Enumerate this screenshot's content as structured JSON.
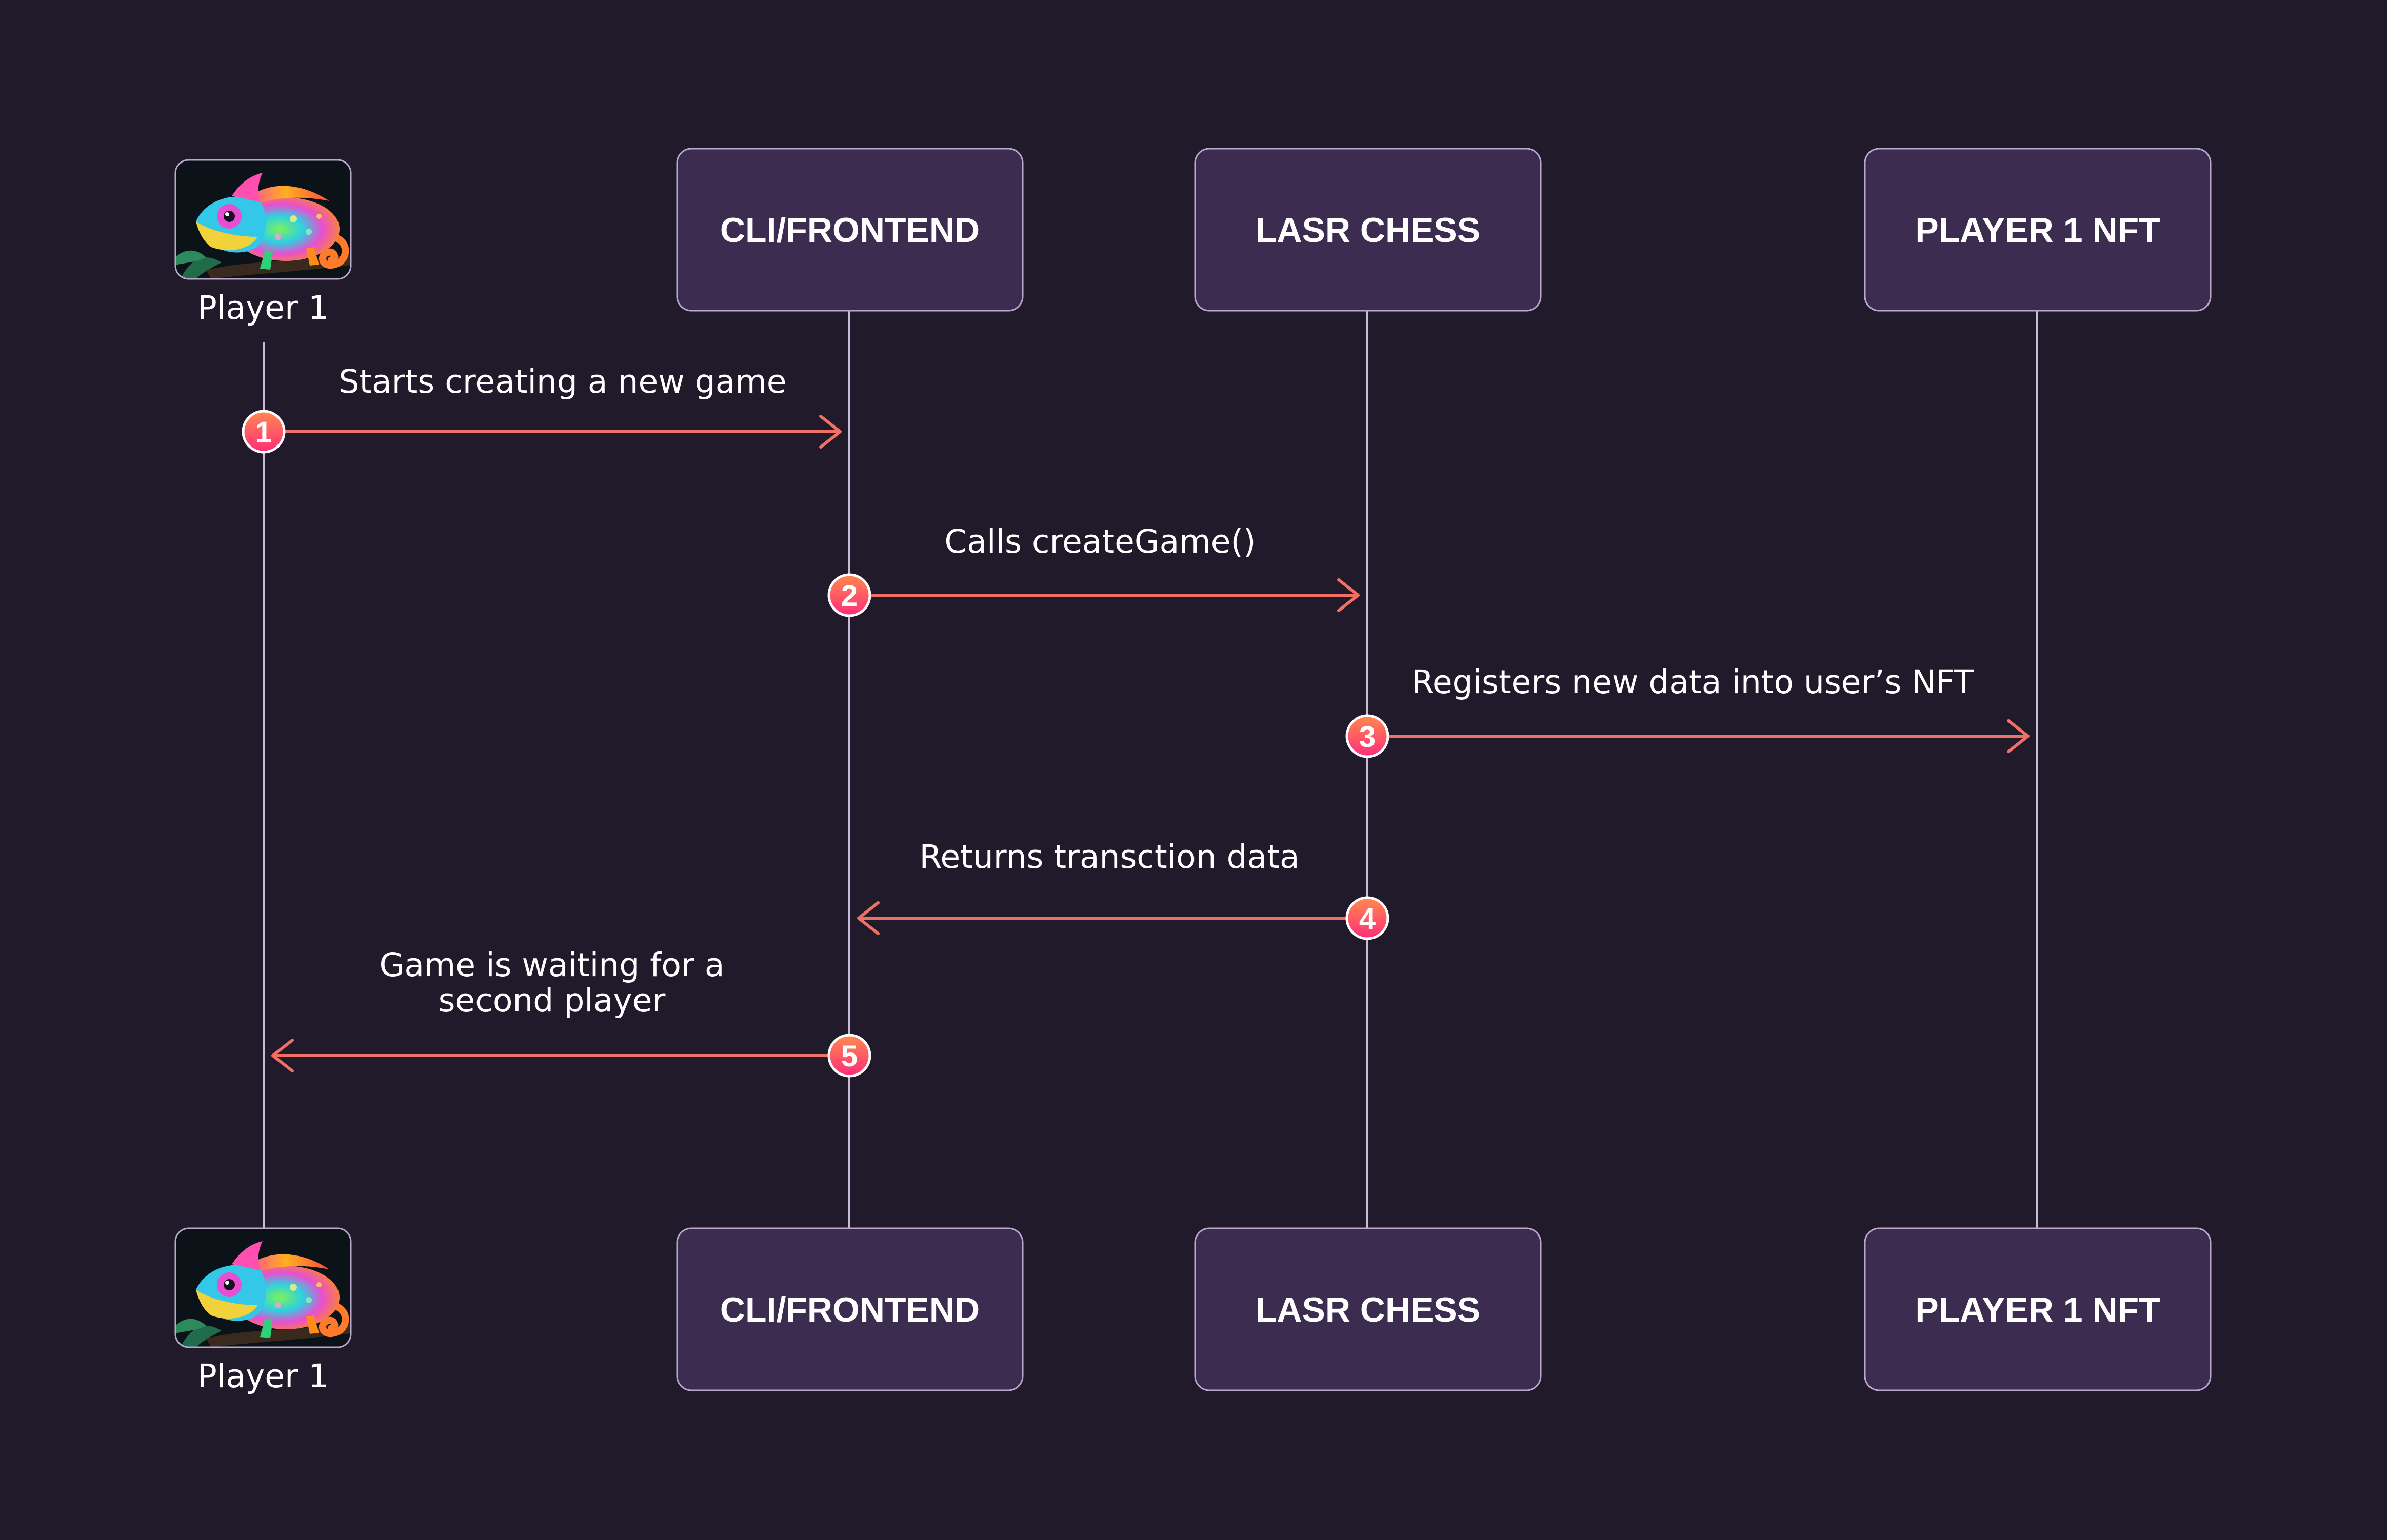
{
  "colors": {
    "background": "#211a2b",
    "box_fill": "#3b2c50",
    "box_stroke": "#b9aacd",
    "lifeline": "#c8bcd8",
    "arrow": "#f07065",
    "badge_top": "#ff7a5a",
    "badge_bottom": "#ff2d7a"
  },
  "actor": {
    "name": "Player 1",
    "avatar_icon": "chameleon-avatar-icon"
  },
  "participants": [
    {
      "id": "frontend",
      "label": "CLI/FRONTEND"
    },
    {
      "id": "lasr",
      "label": "LASR CHESS"
    },
    {
      "id": "nft",
      "label": "PLAYER 1 NFT"
    }
  ],
  "messages": [
    {
      "step": "1",
      "from": "player",
      "to": "frontend",
      "label": [
        "Starts creating a new game"
      ]
    },
    {
      "step": "2",
      "from": "frontend",
      "to": "lasr",
      "label": [
        "Calls createGame()"
      ]
    },
    {
      "step": "3",
      "from": "lasr",
      "to": "nft",
      "label": [
        "Registers new data into user’s NFT"
      ]
    },
    {
      "step": "4",
      "from": "lasr",
      "to": "frontend",
      "label": [
        "Returns transction data"
      ]
    },
    {
      "step": "5",
      "from": "frontend",
      "to": "player",
      "label": [
        "Game is waiting for a",
        "second player"
      ]
    }
  ]
}
